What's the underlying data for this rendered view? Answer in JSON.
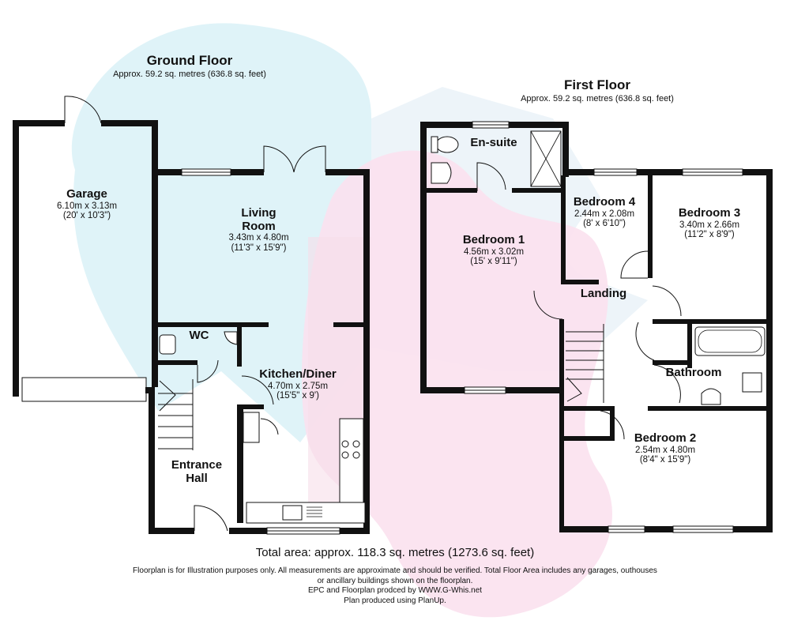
{
  "ground_floor": {
    "title": "Ground Floor",
    "area": "Approx. 59.2 sq. metres (636.8 sq. feet)",
    "garage": {
      "name": "Garage",
      "dim_m": "6.10m x 3.13m",
      "dim_ft": "(20' x 10'3\")"
    },
    "living_room": {
      "name_line1": "Living",
      "name_line2": "Room",
      "dim_m": "3.43m x 4.80m",
      "dim_ft": "(11'3\" x 15'9\")"
    },
    "wc": {
      "name": "WC"
    },
    "kitchen": {
      "name": "Kitchen/Diner",
      "dim_m": "4.70m x 2.75m",
      "dim_ft": "(15'5\" x 9')"
    },
    "entrance_hall": {
      "name_line1": "Entrance",
      "name_line2": "Hall"
    }
  },
  "first_floor": {
    "title": "First Floor",
    "area": "Approx. 59.2 sq. metres (636.8 sq. feet)",
    "ensuite": {
      "name": "En-suite"
    },
    "bedroom1": {
      "name": "Bedroom 1",
      "dim_m": "4.56m x 3.02m",
      "dim_ft": "(15' x 9'11\")"
    },
    "bedroom4": {
      "name": "Bedroom 4",
      "dim_m": "2.44m x 2.08m",
      "dim_ft": "(8' x 6'10\")"
    },
    "bedroom3": {
      "name": "Bedroom 3",
      "dim_m": "3.40m x 2.66m",
      "dim_ft": "(11'2\" x 8'9\")"
    },
    "landing": {
      "name": "Landing"
    },
    "bathroom": {
      "name": "Bathroom"
    },
    "bedroom2": {
      "name": "Bedroom 2",
      "dim_m": "2.54m x 4.80m",
      "dim_ft": "(8'4\" x 15'9\")"
    }
  },
  "footer": {
    "total": "Total area: approx. 118.3 sq. metres (1273.6 sq. feet)",
    "disclaimer_line1": "Floorplan is for Illustration purposes only. All measurements are approximate and should be verified. Total Floor Area includes any garages, outhouses",
    "disclaimer_line2": "or ancillary buildings shown on the floorplan.",
    "credit_line1": "EPC and Floorplan prodced by WWW.G-Whis.net",
    "credit_line2": "Plan produced using PlanUp."
  },
  "colors": {
    "wall": "#111111",
    "watermark_blue": "#dff3f8",
    "watermark_pink": "#fbe1ee"
  }
}
